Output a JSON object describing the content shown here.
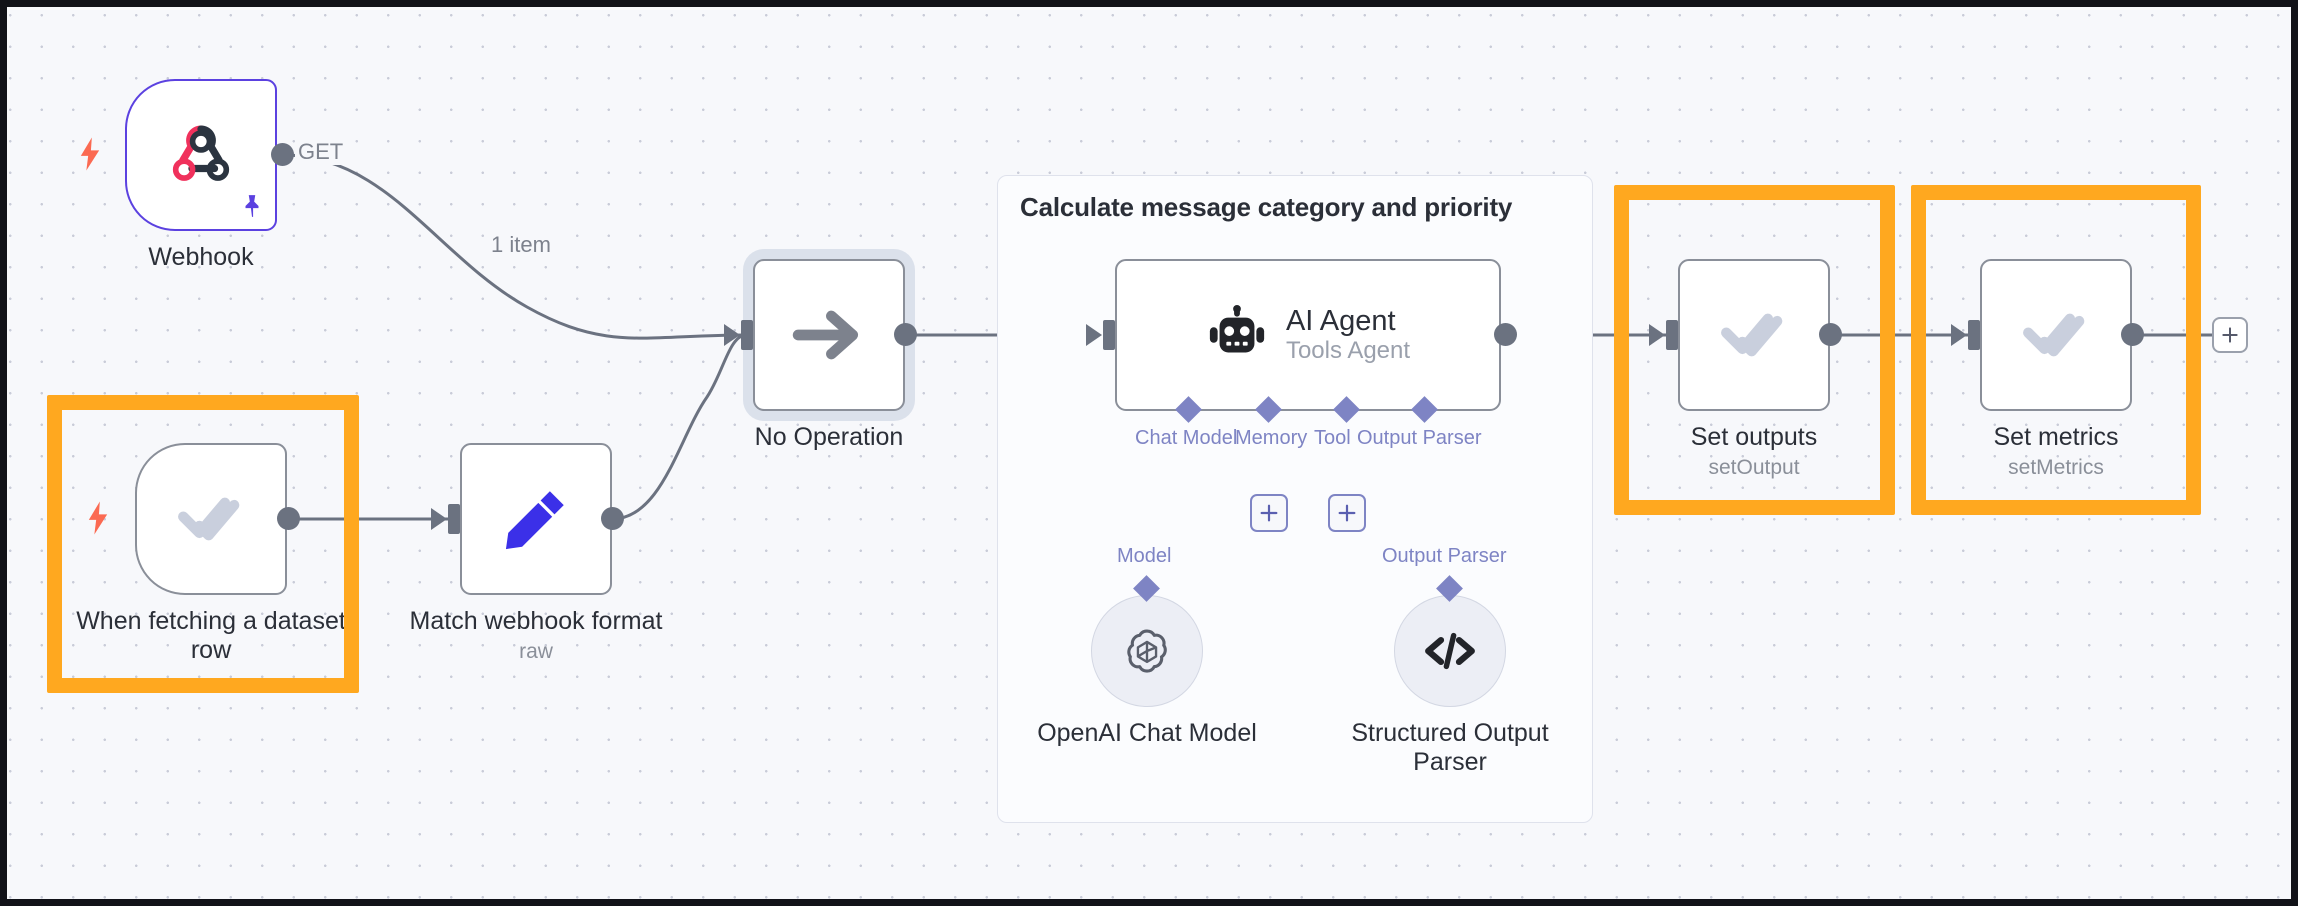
{
  "canvas": {
    "background_color": "#f7f8fb",
    "border_color": "#111218",
    "highlight_color": "#FFA81F",
    "accent_purple": "#5b41e0",
    "sub_connector_color": "#7e84c4"
  },
  "group": {
    "title": "Calculate message category and priority"
  },
  "nodes": {
    "webhook": {
      "caption": "Webhook",
      "icon": "webhook-icon",
      "trigger_icon": "lightning-bolt-icon",
      "pin_icon": "pin-icon",
      "output_label": "GET"
    },
    "dataset_trigger": {
      "caption": "When fetching a dataset\nrow",
      "icon": "double-check-icon",
      "trigger_icon": "lightning-bolt-icon",
      "highlighted": true
    },
    "match_webhook": {
      "caption": "Match webhook format",
      "subcaption": "raw",
      "icon": "pencil-icon"
    },
    "no_operation": {
      "caption": "No Operation",
      "icon": "arrow-right-icon",
      "selected": true
    },
    "ai_agent": {
      "title": "AI Agent",
      "subtitle": "Tools Agent",
      "icon": "robot-icon",
      "connectors": [
        {
          "label": "Chat Model"
        },
        {
          "label": "Memory"
        },
        {
          "label": "Tool"
        },
        {
          "label": "Output Parser"
        }
      ]
    },
    "openai_chat_model": {
      "caption": "OpenAI Chat Model",
      "connector_label": "Model",
      "icon": "openai-icon"
    },
    "structured_output_parser": {
      "caption": "Structured Output\nParser",
      "connector_label": "Output Parser",
      "icon": "code-brackets-icon"
    },
    "set_outputs": {
      "caption": "Set outputs",
      "subcaption": "setOutput",
      "icon": "double-check-icon",
      "highlighted": true
    },
    "set_metrics": {
      "caption": "Set metrics",
      "subcaption": "setMetrics",
      "icon": "double-check-icon",
      "highlighted": true
    }
  },
  "edges": {
    "webhook_to_noop_label": "1 item"
  },
  "buttons": {
    "add_memory": "+",
    "add_tool": "+",
    "add_next_node": "+"
  }
}
